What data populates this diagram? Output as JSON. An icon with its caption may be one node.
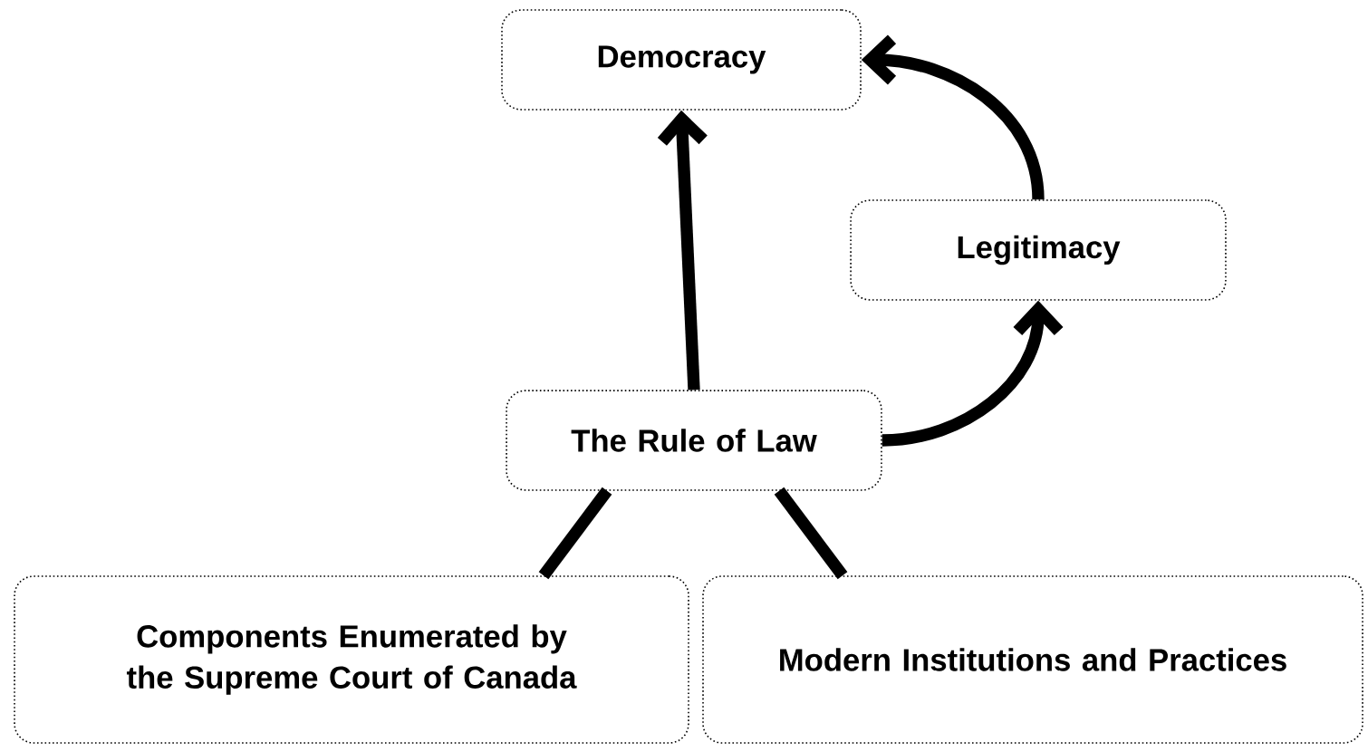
{
  "diagram": {
    "nodes": [
      {
        "text": [
          "Democracy"
        ]
      },
      {
        "text": [
          "Legitimacy"
        ]
      },
      {
        "text": [
          "The Rule of Law"
        ]
      },
      {
        "text": [
          "Components Enumerated by the Supreme Court of Canada"
        ]
      },
      {
        "text": [
          "Modern Institutions and Practices"
        ]
      }
    ],
    "edges": [
      {
        "from": 2,
        "to": 0,
        "arrow": "to"
      },
      {
        "from": 2,
        "to": 1,
        "arrow": "to"
      },
      {
        "from": 1,
        "to": 0,
        "arrow": "to"
      },
      {
        "from": 2,
        "to": 3,
        "arrow": "none"
      },
      {
        "from": 2,
        "to": 4,
        "arrow": "none"
      }
    ]
  }
}
